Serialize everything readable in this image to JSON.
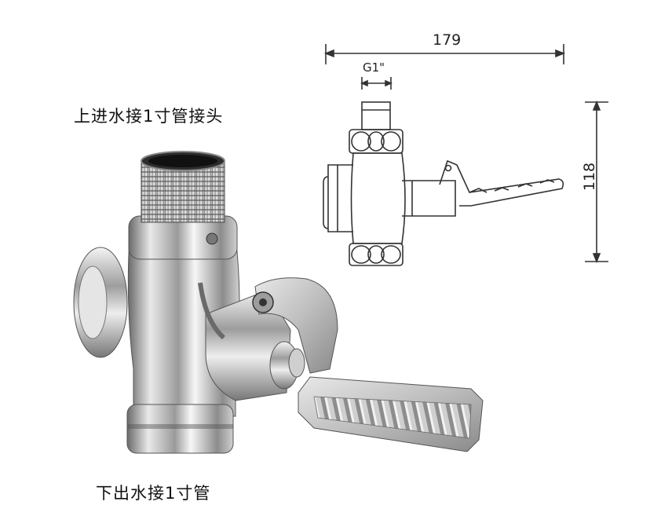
{
  "labels": {
    "top_inlet": "上进水接1寸管接头",
    "bottom_outlet": "下出水接1寸管"
  },
  "dimensions": {
    "width": "179",
    "thread": "G1\"",
    "height": "118"
  },
  "colors": {
    "chrome_light": "#f2f2f2",
    "chrome_mid": "#b9b9b9",
    "chrome_dark": "#4a4a4a",
    "line": "#333333"
  }
}
